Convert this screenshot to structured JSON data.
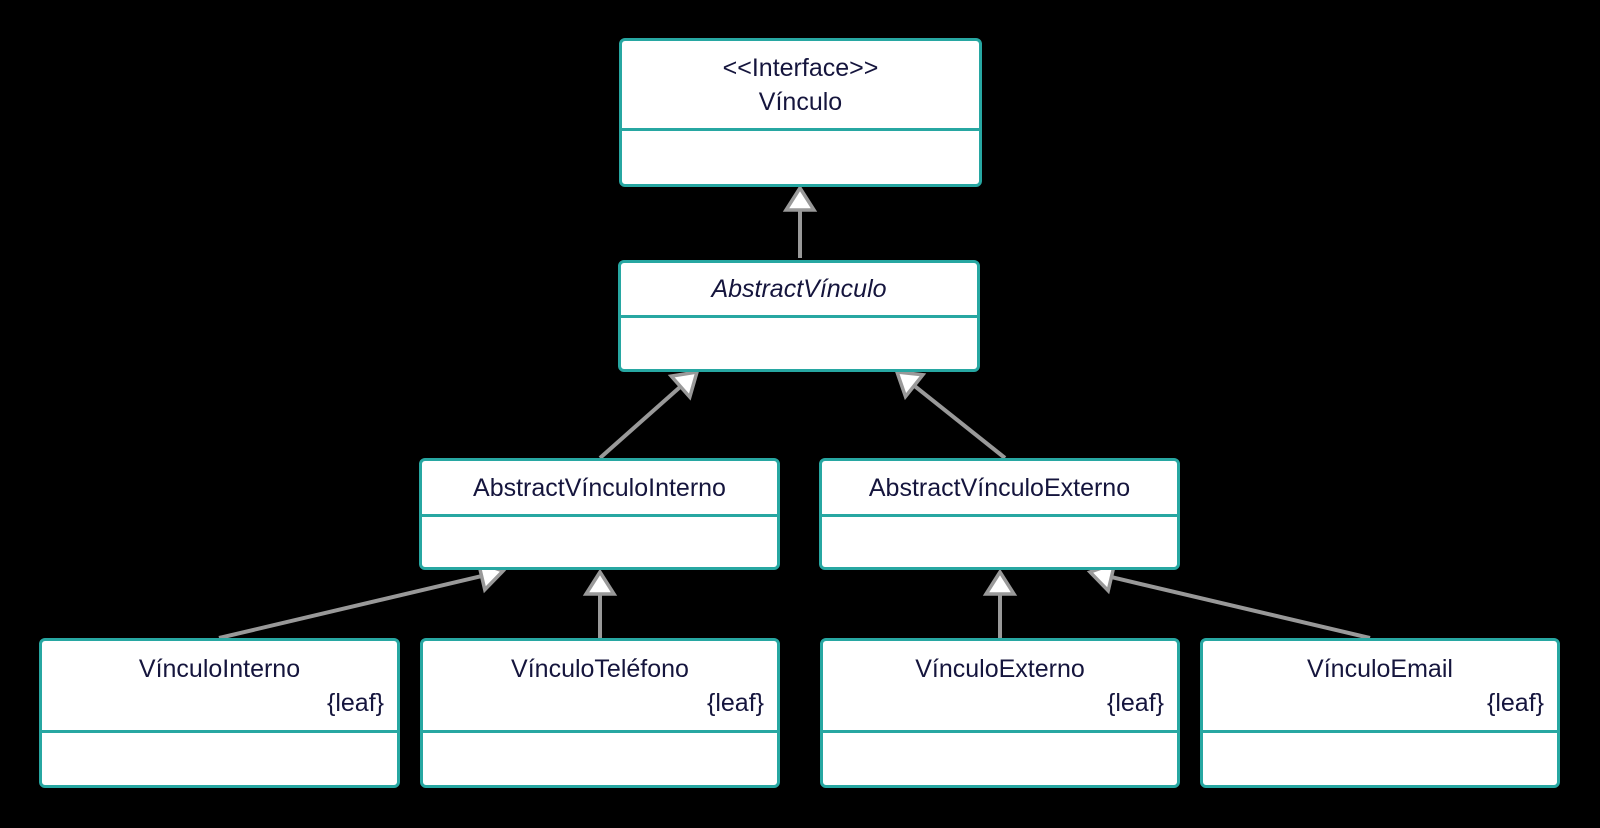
{
  "diagram": {
    "kind": "uml-class-diagram",
    "colors": {
      "bg": "#000000",
      "box-border": "#27a7a2",
      "box-fill": "#ffffff",
      "text": "#15153d",
      "arrow": "#999999"
    },
    "classes": [
      {
        "id": "vinculo",
        "stereotype": "<<Interface>>",
        "name": "Vínculo",
        "abstract": false,
        "modifier": ""
      },
      {
        "id": "abstract-vinculo",
        "stereotype": "",
        "name": "AbstractVínculo",
        "abstract": true,
        "modifier": ""
      },
      {
        "id": "abstract-vinculo-interno",
        "stereotype": "",
        "name": "AbstractVínculoInterno",
        "abstract": false,
        "modifier": ""
      },
      {
        "id": "abstract-vinculo-externo",
        "stereotype": "",
        "name": "AbstractVínculoExterno",
        "abstract": false,
        "modifier": ""
      },
      {
        "id": "vinculo-interno",
        "stereotype": "",
        "name": "VínculoInterno",
        "abstract": false,
        "modifier": "{leaf}"
      },
      {
        "id": "vinculo-telefono",
        "stereotype": "",
        "name": "VínculoTeléfono",
        "abstract": false,
        "modifier": "{leaf}"
      },
      {
        "id": "vinculo-externo",
        "stereotype": "",
        "name": "VínculoExterno",
        "abstract": false,
        "modifier": "{leaf}"
      },
      {
        "id": "vinculo-email",
        "stereotype": "",
        "name": "VínculoEmail",
        "abstract": false,
        "modifier": "{leaf}"
      }
    ],
    "relations": [
      {
        "from": "AbstractVínculo",
        "to": "Vínculo",
        "type": "inheritance"
      },
      {
        "from": "AbstractVínculoInterno",
        "to": "AbstractVínculo",
        "type": "inheritance"
      },
      {
        "from": "AbstractVínculoExterno",
        "to": "AbstractVínculo",
        "type": "inheritance"
      },
      {
        "from": "VínculoInterno",
        "to": "AbstractVínculoInterno",
        "type": "inheritance"
      },
      {
        "from": "VínculoTeléfono",
        "to": "AbstractVínculoInterno",
        "type": "inheritance"
      },
      {
        "from": "VínculoExterno",
        "to": "AbstractVínculoExterno",
        "type": "inheritance"
      },
      {
        "from": "VínculoEmail",
        "to": "AbstractVínculoExterno",
        "type": "inheritance"
      }
    ]
  }
}
